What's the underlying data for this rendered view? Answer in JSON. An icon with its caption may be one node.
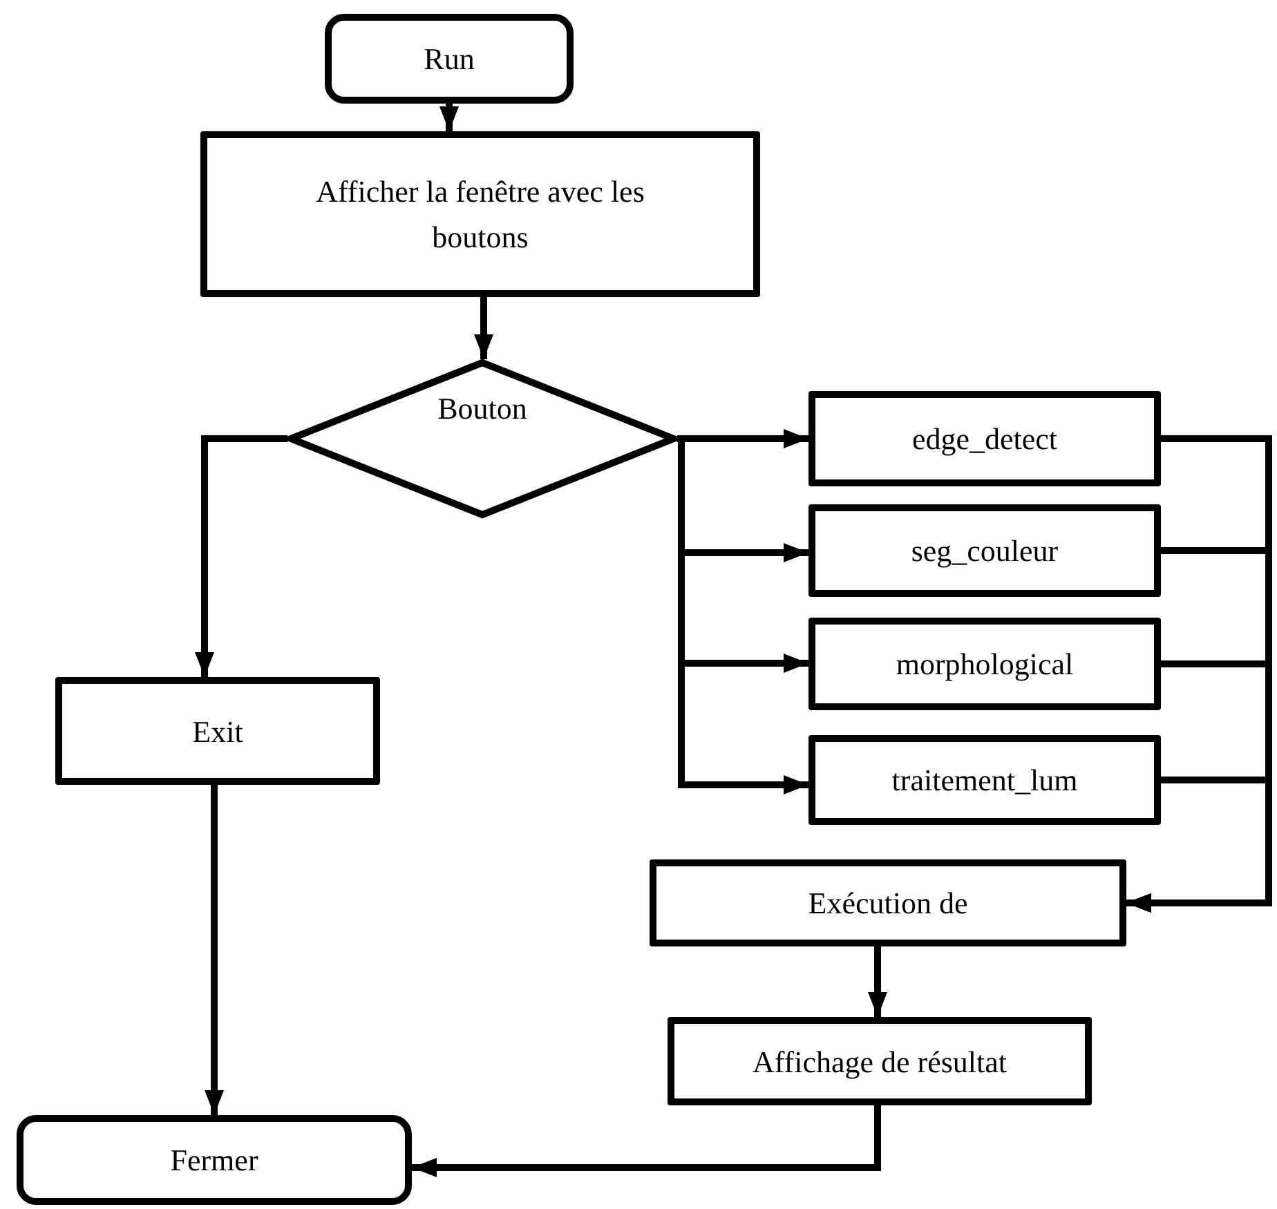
{
  "diagram": {
    "nodes": [
      {
        "text": [
          "Run"
        ]
      },
      {
        "text": [
          "Afficher la fenêtre avec les boutons"
        ]
      },
      {
        "text": [
          "Bouton"
        ]
      },
      {
        "text": [
          "edge_detect"
        ]
      },
      {
        "text": [
          "seg_couleur"
        ]
      },
      {
        "text": [
          "morphological"
        ]
      },
      {
        "text": [
          "traitement_lum"
        ]
      },
      {
        "text": [
          "Exit"
        ]
      },
      {
        "text": [
          "Exécution de"
        ]
      },
      {
        "text": [
          "Affichage de résultat"
        ]
      },
      {
        "text": [
          "Fermer"
        ]
      }
    ],
    "edges": [
      {
        "from": 0,
        "to": 1,
        "arrow": "to"
      },
      {
        "from": 1,
        "to": 2,
        "arrow": "to"
      },
      {
        "from": 2,
        "to": 7,
        "arrow": "to"
      },
      {
        "from": 2,
        "to": 3,
        "arrow": "to"
      },
      {
        "from": 2,
        "to": 4,
        "arrow": "to"
      },
      {
        "from": 2,
        "to": 5,
        "arrow": "to"
      },
      {
        "from": 2,
        "to": 6,
        "arrow": "to"
      },
      {
        "from": 3,
        "to": 8,
        "arrow": "to"
      },
      {
        "from": 4,
        "to": 8,
        "arrow": "to"
      },
      {
        "from": 5,
        "to": 8,
        "arrow": "to"
      },
      {
        "from": 6,
        "to": 8,
        "arrow": "to"
      },
      {
        "from": 7,
        "to": 10,
        "arrow": "to"
      },
      {
        "from": 8,
        "to": 9,
        "arrow": "to"
      },
      {
        "from": 9,
        "to": 10,
        "arrow": "to"
      }
    ]
  }
}
